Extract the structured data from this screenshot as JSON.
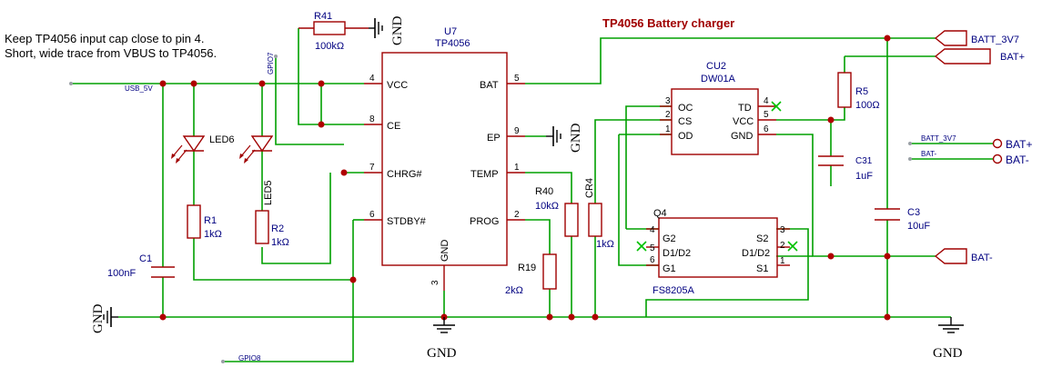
{
  "title": "TP4056 Battery charger",
  "notes": [
    "Keep TP4056 input cap close to pin 4.",
    "Short, wide trace from VBUS to TP4056."
  ],
  "colors": {
    "wire": "#00a000",
    "body": "#a00000",
    "text": "#000000",
    "refdes": "#000080",
    "value": "#000080",
    "title": "#a00000",
    "net": "#000080",
    "nc": "#00c000"
  },
  "u7": {
    "ref": "U7",
    "value": "TP4056",
    "pins_left": [
      {
        "num": "4",
        "name": "VCC"
      },
      {
        "num": "8",
        "name": "CE"
      },
      {
        "num": "7",
        "name": "CHRG#"
      },
      {
        "num": "6",
        "name": "STDBY#"
      }
    ],
    "pins_right": [
      {
        "num": "5",
        "name": "BAT"
      },
      {
        "num": "9",
        "name": "EP"
      },
      {
        "num": "1",
        "name": "TEMP"
      },
      {
        "num": "2",
        "name": "PROG"
      }
    ],
    "pin_bottom": {
      "num": "3",
      "name": "GND"
    }
  },
  "cu2": {
    "ref": "CU2",
    "value": "DW01A",
    "pins_left": [
      {
        "num": "3",
        "name": "OC"
      },
      {
        "num": "2",
        "name": "CS"
      },
      {
        "num": "1",
        "name": "OD"
      }
    ],
    "pins_right": [
      {
        "num": "4",
        "name": "TD"
      },
      {
        "num": "5",
        "name": "VCC"
      },
      {
        "num": "6",
        "name": "GND"
      }
    ]
  },
  "q4": {
    "ref": "Q4",
    "value": "FS8205A",
    "pins_left": [
      {
        "num": "4",
        "name": "G2"
      },
      {
        "num": "5",
        "name": "D1/D2"
      },
      {
        "num": "6",
        "name": "G1"
      }
    ],
    "pins_right": [
      {
        "num": "3",
        "name": "S2"
      },
      {
        "num": "2",
        "name": "D1/D2"
      },
      {
        "num": "1",
        "name": "S1"
      }
    ]
  },
  "parts": {
    "r41": {
      "ref": "R41",
      "value": "100kΩ"
    },
    "r1": {
      "ref": "R1",
      "value": "1kΩ"
    },
    "r2": {
      "ref": "R2",
      "value": "1kΩ"
    },
    "r40": {
      "ref": "R40",
      "value": "10kΩ"
    },
    "cr4": {
      "ref": "CR4",
      "value": "1kΩ"
    },
    "r19": {
      "ref": "R19",
      "value": "2kΩ"
    },
    "r5": {
      "ref": "R5",
      "value": "100Ω"
    },
    "c1": {
      "ref": "C1",
      "value": "100nF"
    },
    "c31": {
      "ref": "C31",
      "value": "1uF"
    },
    "c3": {
      "ref": "C3",
      "value": "10uF"
    },
    "led6": {
      "ref": "LED6"
    },
    "led5": {
      "ref": "LED5"
    }
  },
  "nets": {
    "usb_5v": "USB_5V",
    "gpio7": "GPIO7",
    "gpio8": "GPIO8",
    "gnd": "GND",
    "batt_3v7_port": "BATT_3V7",
    "bat_plus_port": "BAT+",
    "bat_minus_port": "BAT-",
    "batt_3v7_wire": "BATT_3V7",
    "bat_minus_wire": "BAT-",
    "bat_plus_conn": "BAT+",
    "bat_minus_conn": "BAT-"
  }
}
